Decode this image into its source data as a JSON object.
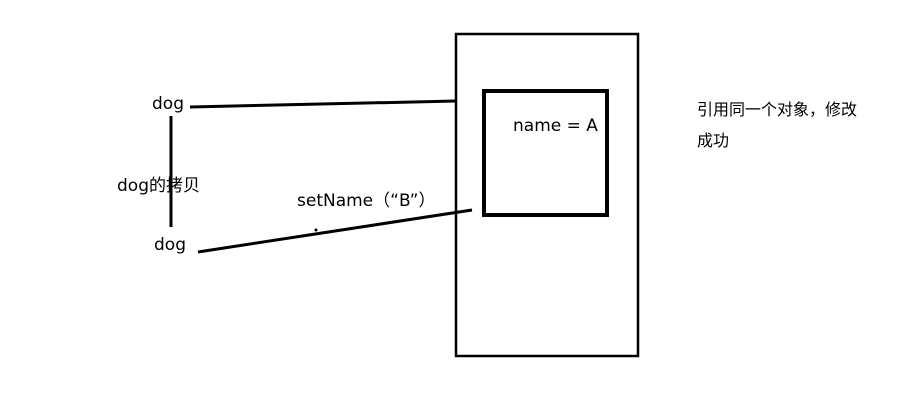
{
  "labels": {
    "dog_top": "dog",
    "dog_copy": "dog的拷贝",
    "dog_bottom": "dog",
    "set_name_call": "setName（“B”）",
    "name_field": "name = A"
  },
  "note": {
    "line1": "引用同一个对象，修改",
    "line2": "成功"
  }
}
